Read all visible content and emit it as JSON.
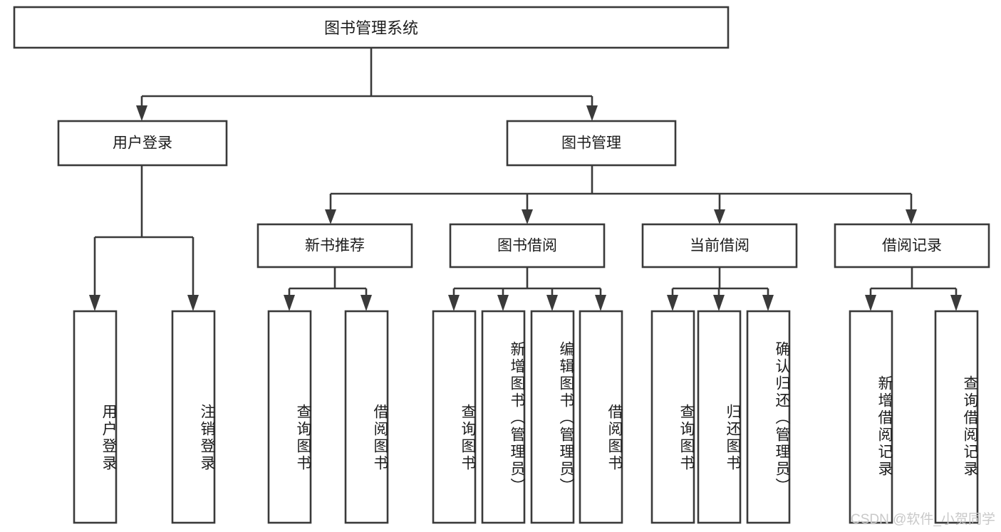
{
  "diagram": {
    "title": "图书管理系统",
    "type": "tree-hierarchy-chart",
    "root": {
      "id": "root",
      "label": "图书管理系统"
    },
    "level1": [
      {
        "id": "user-login",
        "label": "用户登录"
      },
      {
        "id": "book-management",
        "label": "图书管理"
      }
    ],
    "level2": [
      {
        "id": "new-book-recommend",
        "label": "新书推荐",
        "parent": "book-management"
      },
      {
        "id": "book-borrow",
        "label": "图书借阅",
        "parent": "book-management"
      },
      {
        "id": "current-borrow",
        "label": "当前借阅",
        "parent": "book-management"
      },
      {
        "id": "borrow-record",
        "label": "借阅记录",
        "parent": "book-management"
      }
    ],
    "leaves": {
      "user-login": [
        {
          "id": "leaf-user-login",
          "label": "用户登录"
        },
        {
          "id": "leaf-user-logout",
          "label": "注销登录"
        }
      ],
      "new-book-recommend": [
        {
          "id": "leaf-query-book-1",
          "label": "查询图书"
        },
        {
          "id": "leaf-borrow-book-1",
          "label": "借阅图书"
        }
      ],
      "book-borrow": [
        {
          "id": "leaf-query-book-2",
          "label": "查询图书"
        },
        {
          "id": "leaf-add-book",
          "label": "新增图书（管理员）"
        },
        {
          "id": "leaf-edit-book",
          "label": "编辑图书（管理员）"
        },
        {
          "id": "leaf-borrow-book-2",
          "label": "借阅图书"
        }
      ],
      "current-borrow": [
        {
          "id": "leaf-query-book-3",
          "label": "查询图书"
        },
        {
          "id": "leaf-return-book",
          "label": "归还图书"
        },
        {
          "id": "leaf-confirm-return",
          "label": "确认归还（管理员）"
        }
      ],
      "borrow-record": [
        {
          "id": "leaf-add-record",
          "label": "新增借阅记录"
        },
        {
          "id": "leaf-query-record",
          "label": "查询借阅记录"
        }
      ]
    }
  },
  "watermark": {
    "text": "CSDN @软件_小贺同学"
  },
  "colors": {
    "box_stroke": "#3a3a3a",
    "box_fill": "#ffffff",
    "text": "#1c1c1c",
    "background": "#ffffff",
    "watermark": "#c9c9c9"
  }
}
